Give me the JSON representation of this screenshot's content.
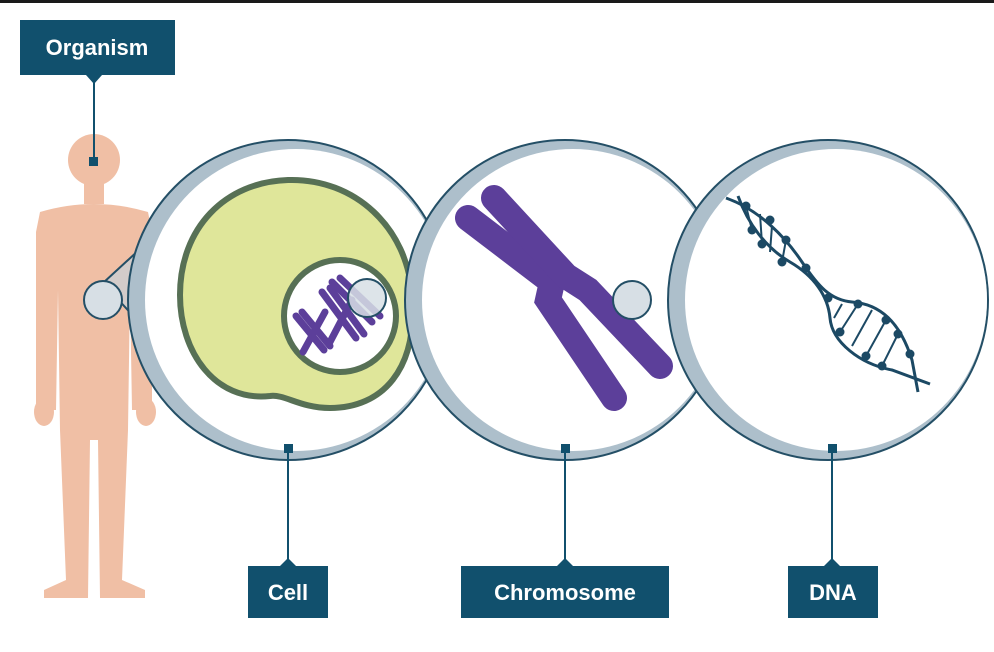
{
  "labels": {
    "organism": "Organism",
    "cell": "Cell",
    "chromosome": "Chromosome",
    "dna": "DNA"
  },
  "colors": {
    "label_bg": "#11506d",
    "connector": "#11506d",
    "body": "#f0bfa5",
    "lens_ring": "#adbfcb",
    "lens_outline": "#244f66",
    "cone": "#c6d2da",
    "cell_fill": "#dfe69a",
    "cell_border": "#577055",
    "chromosome": "#5c3f9a",
    "dna": "#1c4964"
  },
  "icons": [
    "human-body",
    "cell",
    "chromosome",
    "dna-helix"
  ]
}
